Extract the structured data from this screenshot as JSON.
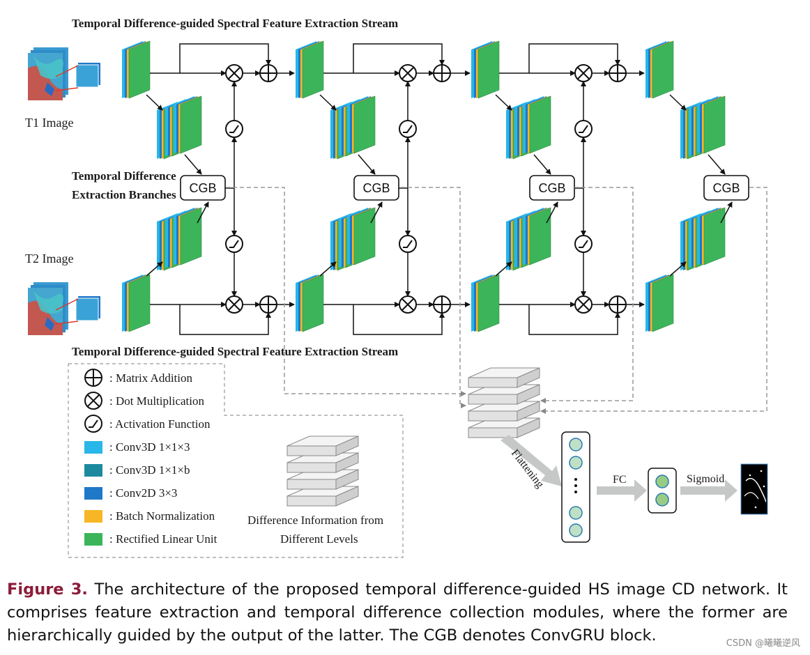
{
  "top_stream_title": "Temporal Difference-guided Spectral Feature Extraction Stream",
  "bottom_stream_title": "Temporal Difference-guided  Spectral Feature Extraction Stream",
  "t1_label": "T1 Image",
  "t2_label": "T2 Image",
  "branch_label_line1": "Temporal Difference",
  "branch_label_line2": "Extraction Branches",
  "cgb_label": "CGB",
  "flattening_label": "Flattening",
  "fc_label": "FC",
  "sigmoid_label": "Sigmoid",
  "legend": {
    "items": [
      {
        "symbol": "plus-circle-icon",
        "text": ": Matrix Addition"
      },
      {
        "symbol": "times-circle-icon",
        "text": ": Dot Multiplication"
      },
      {
        "symbol": "activation-icon",
        "text": ": Activation Function"
      },
      {
        "symbol": "swatch",
        "color": "#29b6e8",
        "text": ": Conv3D  1×1×3"
      },
      {
        "symbol": "swatch",
        "color": "#1c8a9e",
        "text": ": Conv3D  1×1×b"
      },
      {
        "symbol": "swatch",
        "color": "#1f78c8",
        "text": ": Conv2D  3×3"
      },
      {
        "symbol": "swatch",
        "color": "#f6b626",
        "text": ": Batch Normalization"
      },
      {
        "symbol": "swatch",
        "color": "#3cb55a",
        "text": ": Rectified Linear Unit"
      }
    ],
    "stack_caption_line1": "Difference Information from",
    "stack_caption_line2": "Different Levels"
  },
  "caption": {
    "figure_label": "Figure 3.",
    "text": " The architecture of the proposed temporal difference-guided HS image CD network. It comprises feature extraction and temporal difference collection modules, where the former are hierarchically guided by the output of the latter. The CGB denotes ConvGRU block."
  },
  "watermark": "CSDN @曦曦逆风"
}
